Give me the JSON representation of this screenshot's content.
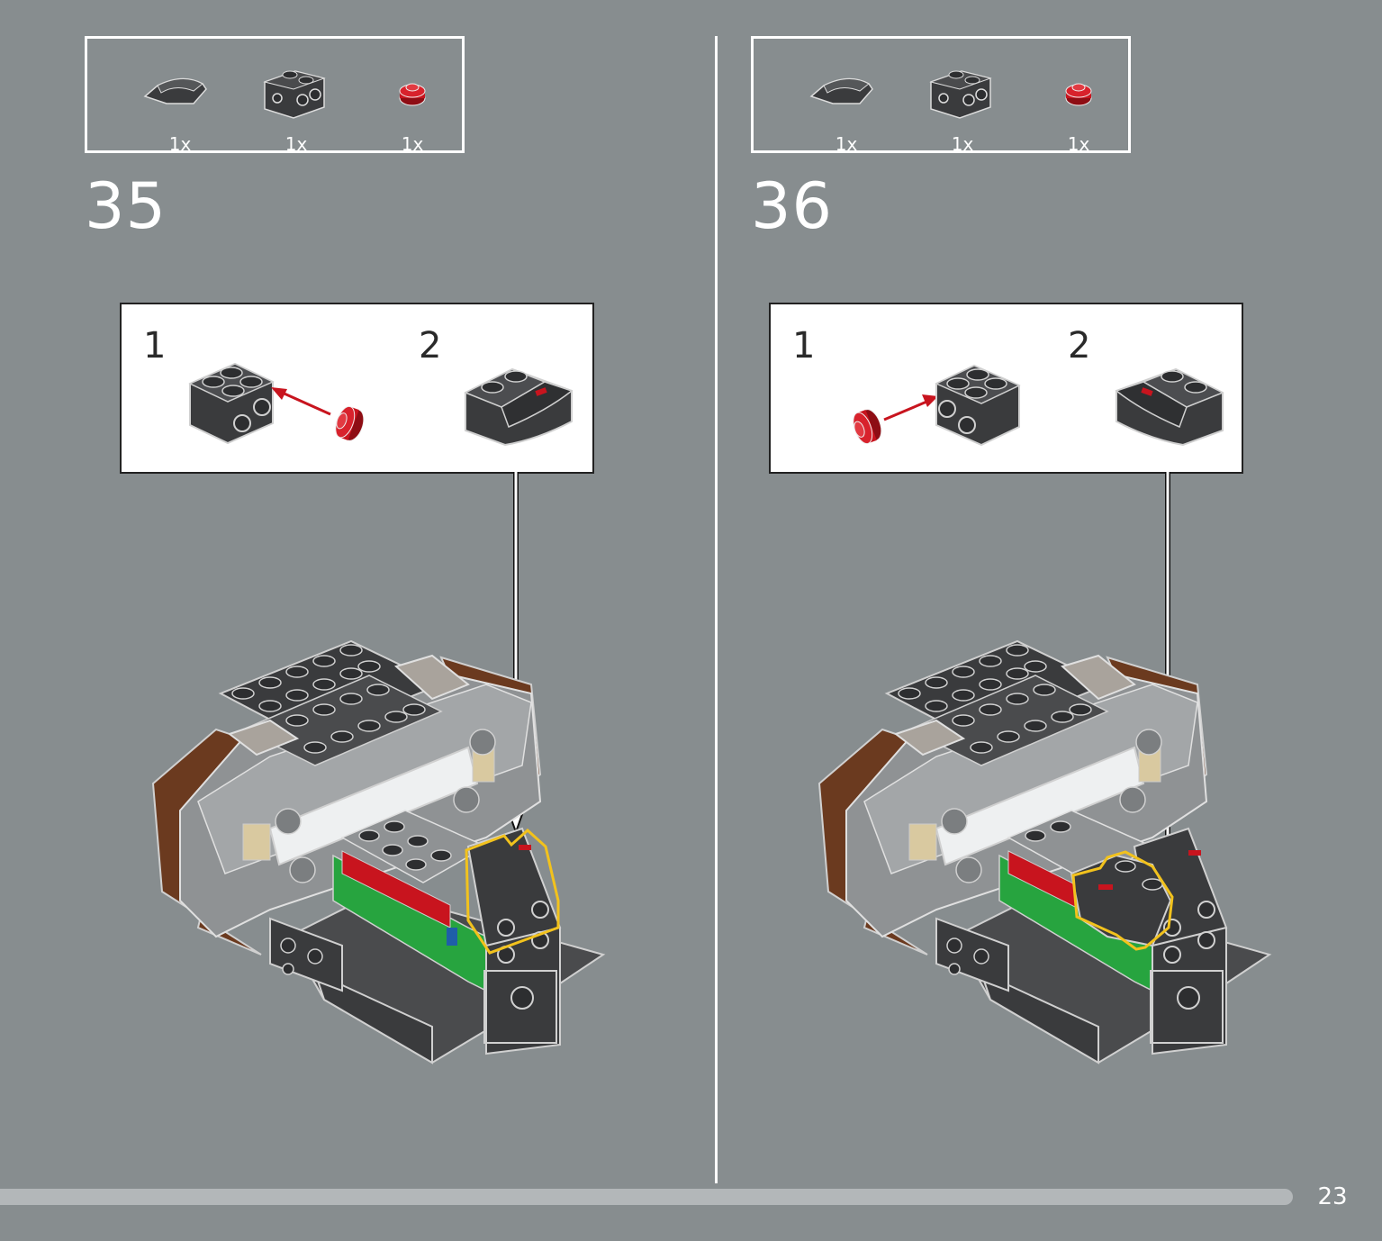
{
  "page": {
    "number": "23"
  },
  "steps": [
    {
      "number": "35",
      "parts": [
        {
          "icon": "curved-slope-tile-icon",
          "qty": "1x"
        },
        {
          "icon": "brick-with-side-studs-icon",
          "qty": "1x"
        },
        {
          "icon": "red-round-plate-icon",
          "qty": "1x"
        }
      ],
      "substeps": [
        "1",
        "2"
      ]
    },
    {
      "number": "36",
      "parts": [
        {
          "icon": "curved-slope-tile-icon",
          "qty": "1x"
        },
        {
          "icon": "brick-with-side-studs-icon",
          "qty": "1x"
        },
        {
          "icon": "red-round-plate-icon",
          "qty": "1x"
        }
      ],
      "substeps": [
        "1",
        "2"
      ]
    }
  ],
  "colors": {
    "background": "#878d8f",
    "dark_brick": "#3a3b3d",
    "red": "#c8141e",
    "highlight": "#f2c21d",
    "green": "#27a43f",
    "brown": "#6b3a1f",
    "tan": "#d9c9a0"
  }
}
